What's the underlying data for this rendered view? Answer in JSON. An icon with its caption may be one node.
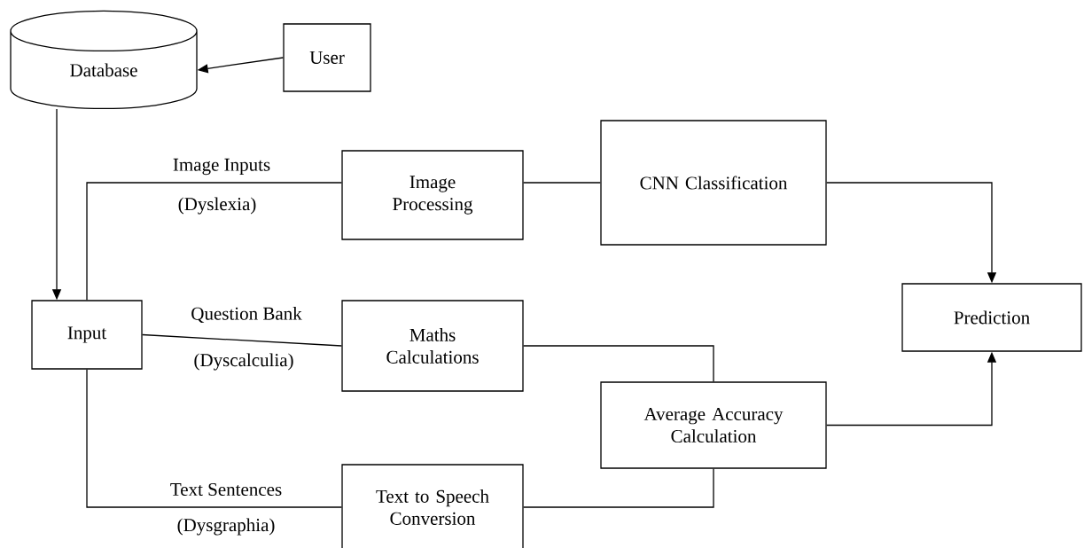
{
  "diagram": {
    "nodes": [
      {
        "text": [
          "Database"
        ]
      },
      {
        "text": [
          "User"
        ]
      },
      {
        "text": [
          "Input"
        ]
      },
      {
        "text": [
          "Image Processing"
        ]
      },
      {
        "text": [
          "CNN Classification"
        ]
      },
      {
        "text": [
          "Maths Calculations"
        ]
      },
      {
        "text": [
          "Average Accuracy Calculation"
        ]
      },
      {
        "text": [
          "Text to Speech Conversion"
        ]
      },
      {
        "text": [
          "Prediction"
        ]
      }
    ],
    "edges": [
      {
        "from": 1,
        "to": 0,
        "arrow": "to"
      },
      {
        "from": 0,
        "to": 2,
        "arrow": "to"
      },
      {
        "from": 2,
        "to": 3,
        "arrow": "none",
        "label": "Image Inputs"
      },
      {
        "from": 3,
        "to": 4,
        "arrow": "none"
      },
      {
        "from": 4,
        "to": 8,
        "arrow": "to"
      },
      {
        "from": 2,
        "to": 5,
        "arrow": "none",
        "label": "Question Bank"
      },
      {
        "from": 5,
        "to": 6,
        "arrow": "none"
      },
      {
        "from": 2,
        "to": 7,
        "arrow": "none",
        "label": "Text Sentences"
      },
      {
        "from": 7,
        "to": 6,
        "arrow": "none"
      },
      {
        "from": 6,
        "to": 8,
        "arrow": "to"
      }
    ],
    "labels": [
      "(Dyslexia)",
      "(Dyscalculia)",
      "(Dysgraphia)"
    ]
  }
}
